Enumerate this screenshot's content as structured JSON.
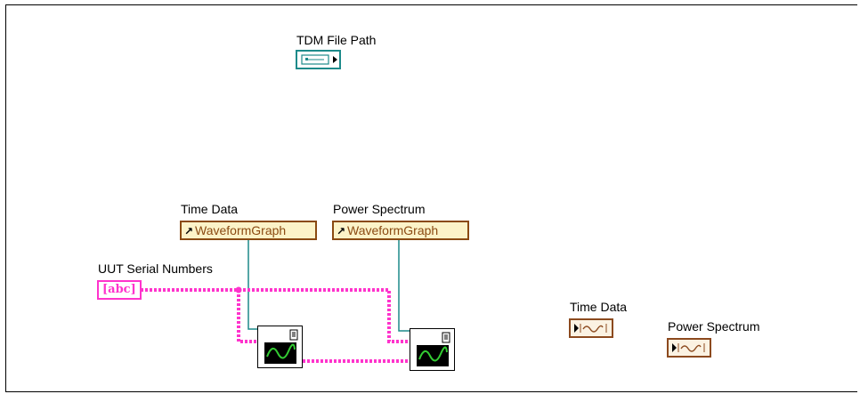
{
  "diagram": {
    "tdm_label": "TDM File Path",
    "time_ref_label": "Time Data",
    "power_ref_label": "Power Spectrum",
    "time_ref_text": "WaveformGraph",
    "power_ref_text": "WaveformGraph",
    "uut_label": "UUT Serial Numbers",
    "uut_text": "[abc]",
    "time_ind_label": "Time Data",
    "power_ind_label": "Power Spectrum"
  },
  "colors": {
    "path_teal": "#1d8a8a",
    "string_pink": "#ff33cc",
    "ref_brown": "#8a4a12",
    "waveform_brown": "#8c4a1f"
  },
  "icons": [
    "path-icon",
    "waveform-graph-ref-icon",
    "string-constant-icon",
    "subvi-icon",
    "waveform-indicator-icon"
  ]
}
